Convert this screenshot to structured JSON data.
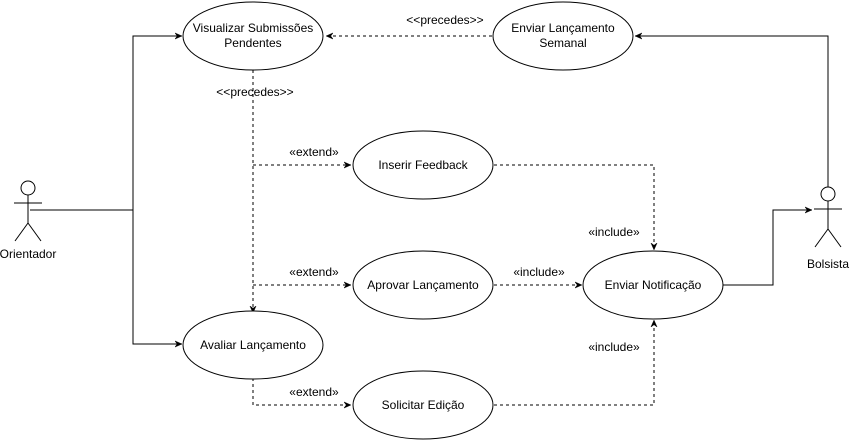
{
  "actors": {
    "orientador": "Orientador",
    "bolsista": "Bolsista"
  },
  "use_cases": {
    "visualizar_line1": "Visualizar Submissões",
    "visualizar_line2": "Pendentes",
    "enviar_lancamento_line1": "Enviar Lançamento",
    "enviar_lancamento_line2": "Semanal",
    "inserir_feedback": "Inserir Feedback",
    "aprovar_lancamento": "Aprovar Lançamento",
    "enviar_notificacao": "Enviar Notificação",
    "avaliar_lancamento": "Avaliar Lançamento",
    "solicitar_edicao": "Solicitar Edição"
  },
  "relations": {
    "precedes_top": "<<precedes>>",
    "precedes_left": "<<precedes>>",
    "extend_feedback": "«extend»",
    "extend_aprovar": "«extend»",
    "extend_solicitar": "«extend»",
    "include_feedback": "«include»",
    "include_aprovar": "«include»",
    "include_solicitar": "«include»"
  }
}
